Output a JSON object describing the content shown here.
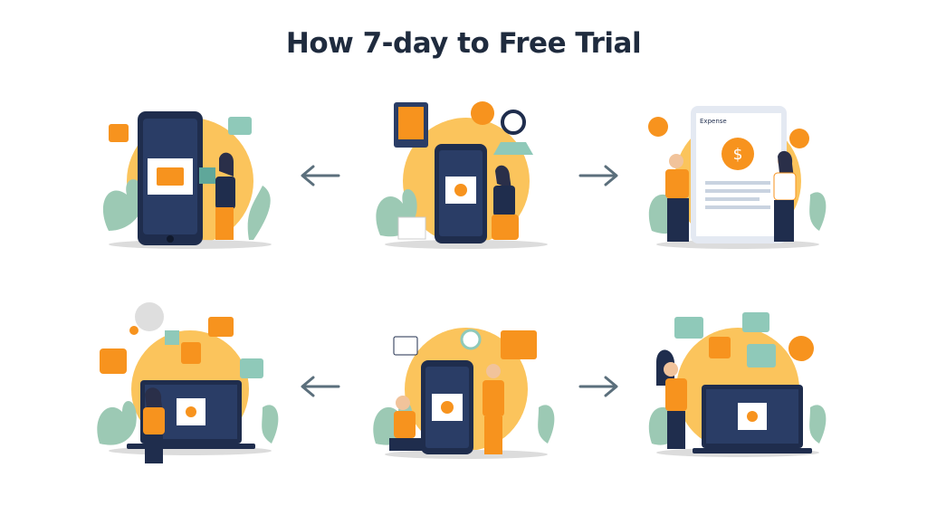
{
  "title": "How 7-day to Free Trial",
  "scenes": [
    {
      "row": 1,
      "col": 1,
      "description_icons": [
        "lock-icon",
        "message-icon",
        "mail-icon"
      ]
    },
    {
      "row": 1,
      "col": 2,
      "description_icons": [
        "tablet-icon",
        "bulb-icon",
        "magnifier-icon",
        "nfc-icon"
      ]
    },
    {
      "row": 1,
      "col": 3,
      "screen_label": "Expense",
      "description_icons": [
        "dollar-icon",
        "refresh-icon"
      ]
    },
    {
      "row": 2,
      "col": 1,
      "description_icons": [
        "dollar-icon",
        "mail-icon",
        "refresh-icon",
        "nfc-icon"
      ]
    },
    {
      "row": 2,
      "col": 2,
      "description_icons": [
        "nfc-icon",
        "search-icon",
        "mail-icon"
      ]
    },
    {
      "row": 2,
      "col": 3,
      "description_icons": [
        "mail-icon",
        "dollar-icon",
        "nfc-icon"
      ]
    }
  ],
  "arrows": [
    "left",
    "right",
    "left",
    "right"
  ],
  "colors": {
    "orange": "#f7931e",
    "light_orange": "#fbc45c",
    "navy": "#1f2d4d",
    "leaf": "#9cc9b4",
    "arrow": "#5b6f7c"
  }
}
